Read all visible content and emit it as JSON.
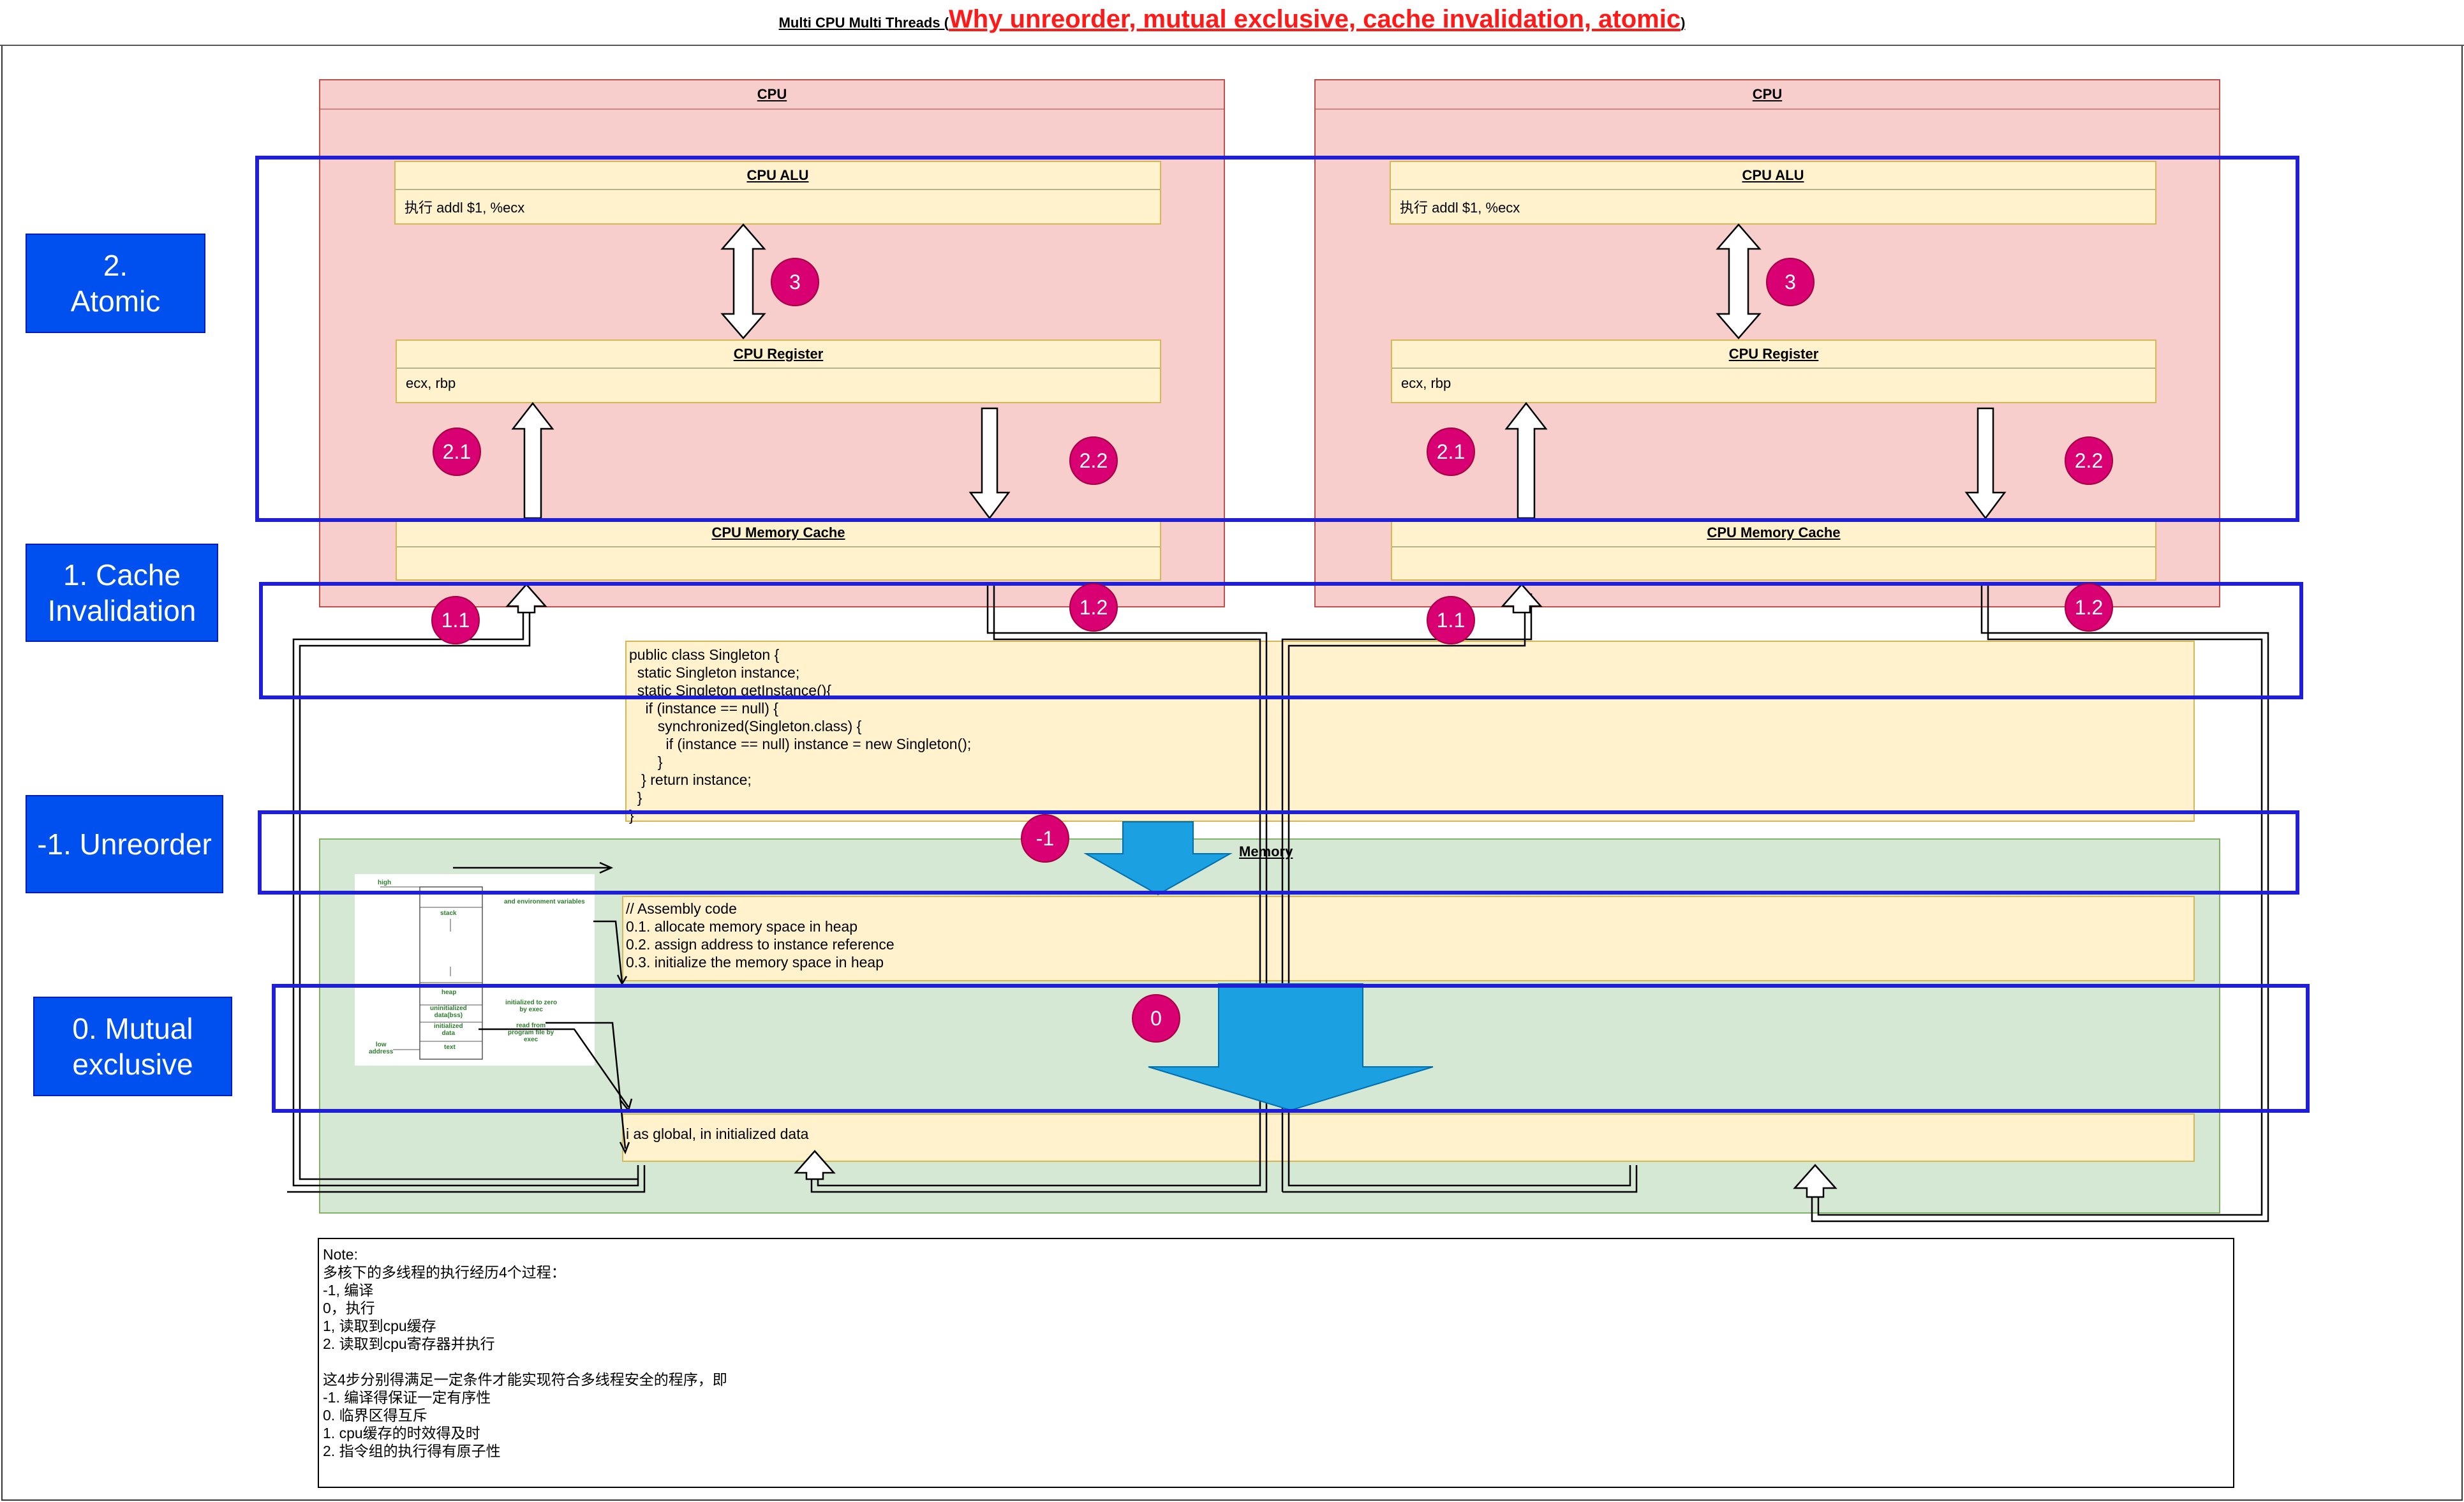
{
  "title": {
    "prefix": "Multi CPU Multi Threads (",
    "highlight": "Why unreorder, mutual exclusive, cache invalidation, atomic",
    "suffix": ")"
  },
  "cpus": [
    {
      "label": "CPU",
      "alu": {
        "title": "CPU ALU",
        "body": "执行 addl $1, %ecx"
      },
      "register": {
        "title": "CPU Register",
        "body": "ecx, rbp"
      },
      "cache": {
        "title": "CPU Memory Cache"
      }
    },
    {
      "label": "CPU",
      "alu": {
        "title": "CPU ALU",
        "body": "执行 addl $1, %ecx"
      },
      "register": {
        "title": "CPU Register",
        "body": "ecx, rbp"
      },
      "cache": {
        "title": "CPU Memory Cache"
      }
    }
  ],
  "step_labels": {
    "atomic": "2.\nAtomic",
    "cache_invalidation": "1. Cache\nInvalidation",
    "unreorder": "-1. Unreorder",
    "mutual_exclusive": "0. Mutual\nexclusive"
  },
  "badges": {
    "alu_reg_left": "3",
    "alu_reg_right": "3",
    "load_left": "2.1",
    "store_left": "2.2",
    "load_right": "2.1",
    "store_right": "2.2",
    "cache_in_left": "1.1",
    "cache_out_left": "1.2",
    "cache_in_right": "1.1",
    "cache_out_right": "1.2",
    "compile": "-1",
    "execute": "0"
  },
  "code": "public class Singleton {\n  static Singleton instance;\n  static Singleton getInstance(){\n    if (instance == null) {\n       synchronized(Singleton.class) {\n         if (instance == null) instance = new Singleton();\n       }\n   } return instance;\n  }\n}",
  "memory": {
    "title": "Memory",
    "assembly": "// Assembly code\n0.1. allocate memory space in heap\n0.2. assign address to instance reference\n0.3. initialize the memory space in heap",
    "global": "i as global, in initialized data",
    "layout": {
      "high": "high",
      "env": "and environment variables",
      "stack": "stack",
      "heap": "heap",
      "bss": "uninitialized\ndata(bss)",
      "bss_note": "initialized to zero\nby exec",
      "init": "initialized\ndata",
      "init_note": "read from\nprogram file by\nexec",
      "text": "text",
      "low": "low\naddress"
    }
  },
  "note": "Note:\n多核下的多线程的执行经历4个过程：\n-1, 编译\n0，执行\n1, 读取到cpu缓存\n2. 读取到cpu寄存器并执行\n\n这4步分别得满足一定条件才能实现符合多线程安全的程序，即\n-1. 编译得保证一定有序性\n0. 临界区得互斥\n1. cpu缓存的时效得及时\n2. 指令组的执行得有原子性",
  "colors": {
    "cpu_fill": "#f8cecc",
    "box_fill": "#fff2cc",
    "memory_fill": "#d5e8d4",
    "step_blue": "#0050ef",
    "badge_magenta": "#d80073",
    "highlight_red": "#ff1a1a"
  }
}
